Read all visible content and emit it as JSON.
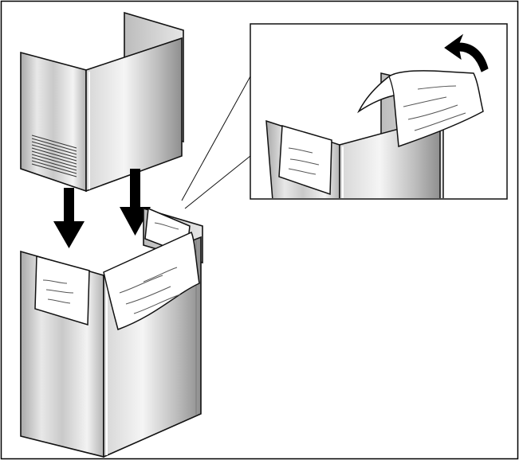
{
  "diagram": {
    "kind": "installation-illustration",
    "panels": [
      "main-view",
      "detail-view"
    ],
    "colors": {
      "stroke": "#111111",
      "steel_light": "#f2f2f2",
      "steel_mid": "#c4c4c4",
      "steel_dark": "#8e8e8e",
      "paper": "#ffffff",
      "arrow": "#000000",
      "border": "#000000"
    },
    "icons": [
      "down-arrow-icon",
      "rotate-arrow-icon",
      "vent-grille-icon"
    ]
  }
}
